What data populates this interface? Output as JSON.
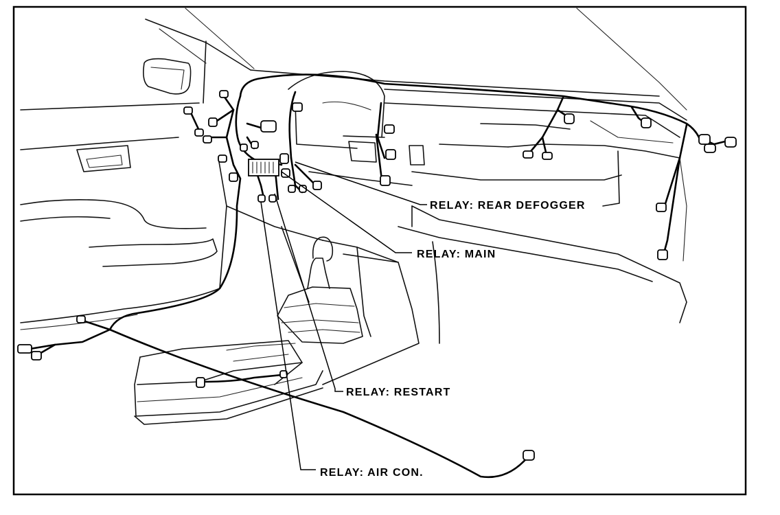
{
  "diagram": {
    "labels": {
      "rear_defogger": "RELAY: REAR DEFOGGER",
      "main": "RELAY: MAIN",
      "restart": "RELAY: RESTART",
      "air_con": "RELAY: AIR CON."
    }
  }
}
